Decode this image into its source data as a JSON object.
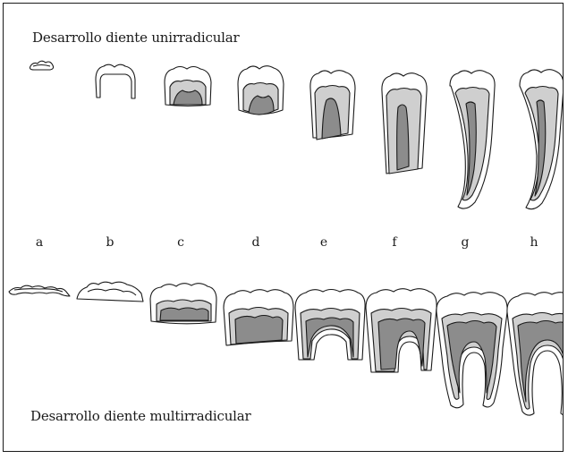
{
  "titles": {
    "uniradicular": "Desarrollo diente unirradicular",
    "multiradicular": "Desarrollo diente multirradicular"
  },
  "stages": [
    "a",
    "b",
    "c",
    "d",
    "e",
    "f",
    "g",
    "h"
  ],
  "colors": {
    "outline": "#1a1a1a",
    "enamel": "#ffffff",
    "dentin": "#cfcfcf",
    "pulp": "#8c8c8c"
  }
}
